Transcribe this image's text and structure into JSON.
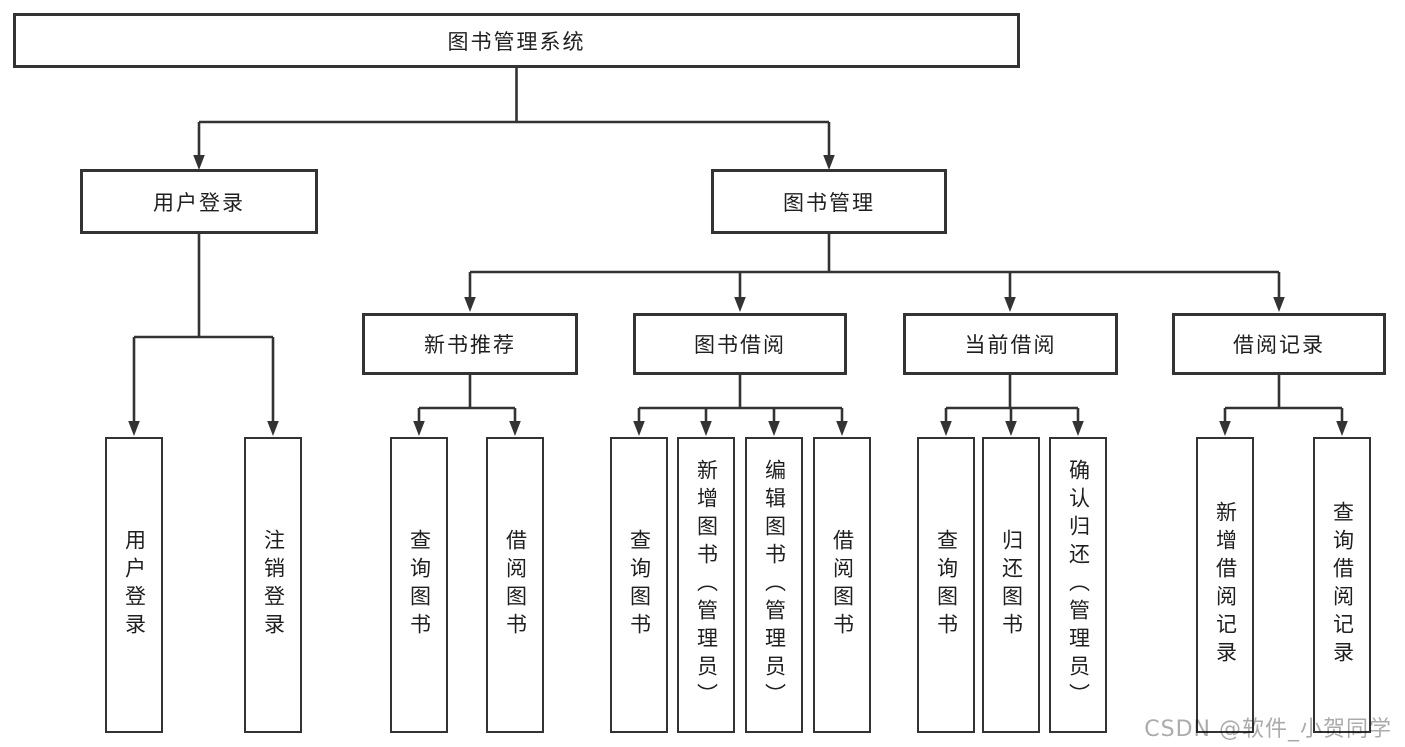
{
  "colors": {
    "background": "#ffffff",
    "line": "#333333",
    "box_border": "#333333",
    "text": "#1f1f1f",
    "watermark": "#ababab"
  },
  "tree": {
    "root": {
      "label": "图书管理系统",
      "children": [
        {
          "label": "用户登录",
          "children": [
            {
              "label": "用户登录"
            },
            {
              "label": "注销登录"
            }
          ]
        },
        {
          "label": "图书管理",
          "children": [
            {
              "label": "新书推荐",
              "children": [
                {
                  "label": "查询图书"
                },
                {
                  "label": "借阅图书"
                }
              ]
            },
            {
              "label": "图书借阅",
              "children": [
                {
                  "label": "查询图书"
                },
                {
                  "label": "新增图书（管理员）"
                },
                {
                  "label": "编辑图书（管理员）"
                },
                {
                  "label": "借阅图书"
                }
              ]
            },
            {
              "label": "当前借阅",
              "children": [
                {
                  "label": "查询图书"
                },
                {
                  "label": "归还图书"
                },
                {
                  "label": "确认归还（管理员）"
                }
              ]
            },
            {
              "label": "借阅记录",
              "children": [
                {
                  "label": "新增借阅记录"
                },
                {
                  "label": "查询借阅记录"
                }
              ]
            }
          ]
        }
      ]
    }
  },
  "watermark": {
    "text": "CSDN @软件_小贺同学"
  }
}
